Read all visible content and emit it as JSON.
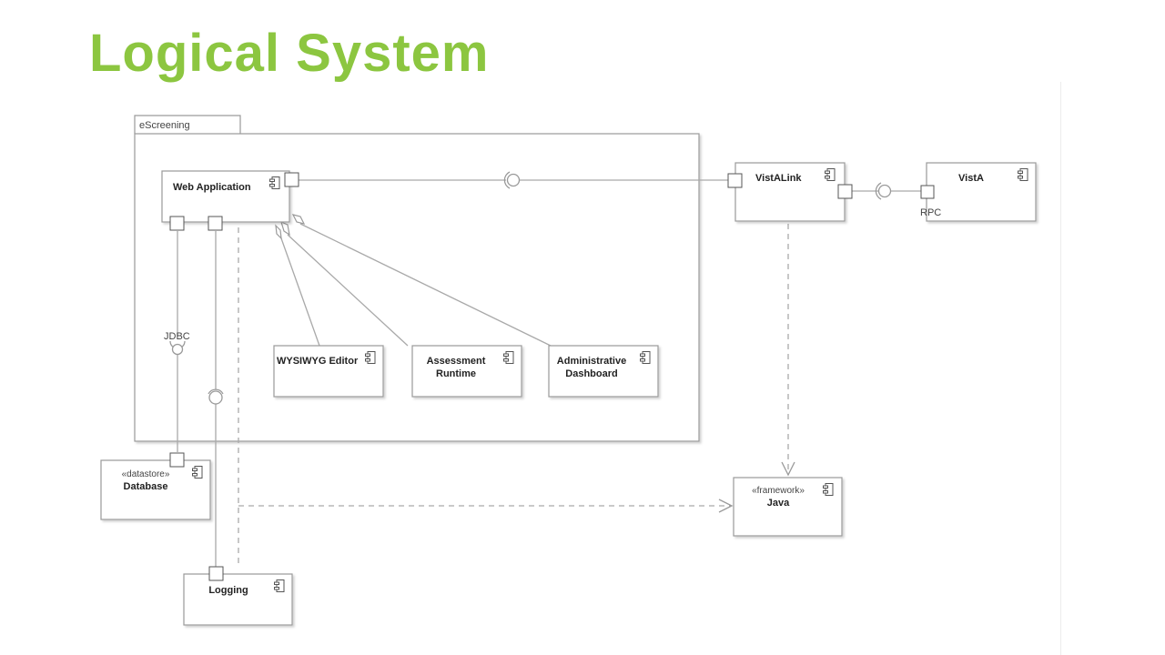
{
  "title": "Logical System",
  "colors": {
    "title": "#8cc640",
    "line": "#a9a9a9",
    "box_border": "#9a9a9a"
  },
  "diagram": {
    "package": "eScreening",
    "components": {
      "web_application": "Web Application",
      "wysiwyg_editor": "WYSIWYG Editor",
      "assessment_runtime": [
        "Assessment",
        "Runtime"
      ],
      "administrative_dashboard": [
        "Administrative",
        "Dashboard"
      ],
      "vistalink": "VistALink",
      "vista": "VistA",
      "database": {
        "stereotype": "«datastore»",
        "name": "Database"
      },
      "java": {
        "stereotype": "«framework»",
        "name": "Java"
      },
      "logging": "Logging"
    },
    "interfaces": {
      "jdbc": "JDBC",
      "rpc": "RPC"
    },
    "component_icon": "component-icon"
  }
}
